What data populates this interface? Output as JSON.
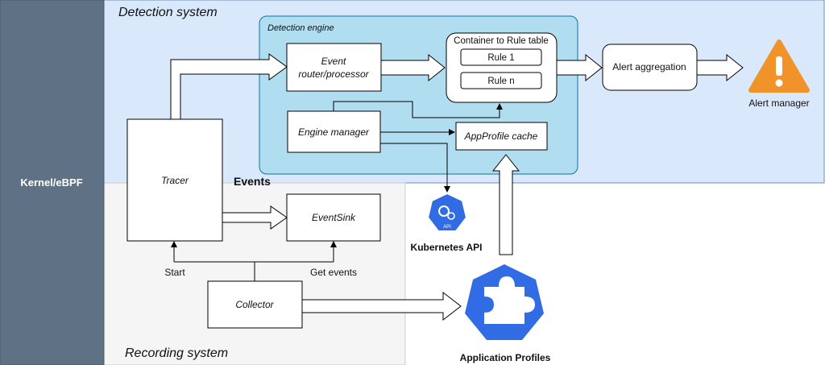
{
  "regions": {
    "kernel": "Kernel/eBPF",
    "detection": "Detection system",
    "recording": "Recording system",
    "engine": "Detection engine"
  },
  "nodes": {
    "event_router_line1": "Event",
    "event_router_line2": "router/processor",
    "rule_table_title": "Container to Rule table",
    "rule1": "Rule 1",
    "rulen": "Rule n",
    "alert_aggregation": "Alert aggregation",
    "alert_manager": "Alert manager",
    "engine_manager": "Engine manager",
    "appprofile_cache": "AppProfile cache",
    "tracer": "Tracer",
    "events": "Events",
    "eventsink": "EventSink",
    "kubernetes_api": "Kubernetes API",
    "kubernetes_api_badge": "API",
    "start": "Start",
    "get_events": "Get events",
    "collector": "Collector",
    "application_profiles": "Application Profiles"
  },
  "colors": {
    "kernel_fill": "#5f7285",
    "detection_fill": "#dae8fc",
    "recording_fill": "#f5f5f5",
    "engine_fill": "#b1ddf0",
    "k8s_blue": "#326ce5",
    "alert_orange": "#f0932b"
  }
}
